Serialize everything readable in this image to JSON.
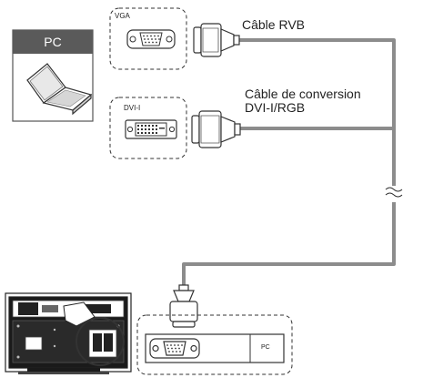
{
  "pc_box": {
    "label": "PC"
  },
  "ports": {
    "vga": "VGA",
    "dvi": "DVI-I",
    "tv_pc": "PC"
  },
  "cables": {
    "rgb_cable": "Câble RVB",
    "conversion_line1": "Câble de conversion",
    "conversion_line2": "DVI-I/RGB"
  },
  "icons": [
    "laptop-icon",
    "vga-port-icon",
    "dvi-port-icon",
    "vga-plug-icon",
    "dvi-plug-icon",
    "tv-back-icon",
    "break-symbol-icon"
  ],
  "colors": {
    "pc_header": "#5a5a5a",
    "cable": "#8c8c8c",
    "outline": "#444444"
  }
}
